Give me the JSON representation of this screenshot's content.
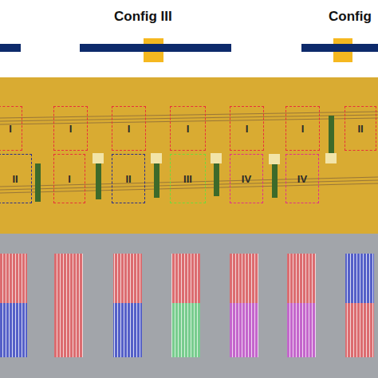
{
  "diagram": {
    "nodes": [
      {
        "text": [
          "I"
        ]
      },
      {
        "text": [
          "I"
        ]
      },
      {
        "text": [
          "I"
        ]
      },
      {
        "text": [
          "I"
        ]
      },
      {
        "text": [
          "I"
        ]
      },
      {
        "text": [
          "I"
        ]
      },
      {
        "text": [
          "II"
        ]
      },
      {
        "text": [
          "II"
        ]
      },
      {
        "text": [
          "I"
        ]
      },
      {
        "text": [
          "II"
        ]
      },
      {
        "text": [
          "III"
        ]
      },
      {
        "text": [
          "IV"
        ]
      },
      {
        "text": [
          "IV"
        ]
      }
    ],
    "labels": [
      "Config III",
      "Config"
    ]
  }
}
